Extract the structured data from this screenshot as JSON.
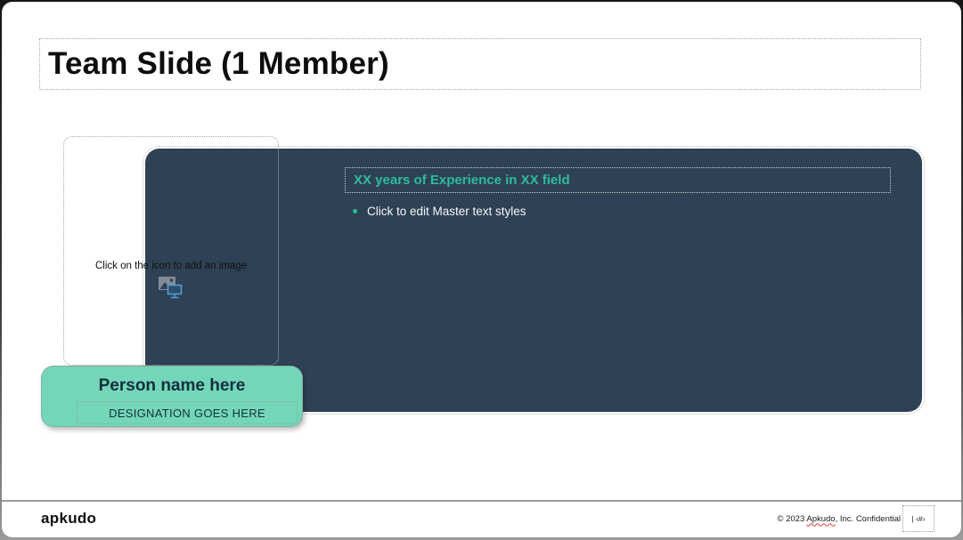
{
  "title": {
    "text": "Team Slide (1 Member)"
  },
  "image_placeholder": {
    "hint": "Click on the icon to add an image",
    "icon": "add-image-icon"
  },
  "panel": {
    "heading": "XX years of Experience in XX field",
    "bullets": [
      {
        "label": "Click to edit Master text styles"
      }
    ]
  },
  "name_card": {
    "name": "Person name here",
    "designation": "DESIGNATION GOES HERE"
  },
  "footer": {
    "logo_text": "apkudo",
    "copyright_prefix": "© 2023 ",
    "company_name": "Apkudo",
    "copyright_suffix": ", Inc. Confidential",
    "slide_number_text": "| ‹#›"
  },
  "colors": {
    "panel_navy": "#2f4154",
    "accent_teal": "#2dbd9b",
    "mint_green": "#74d6b8",
    "dark_navy_text": "#132e3f"
  }
}
